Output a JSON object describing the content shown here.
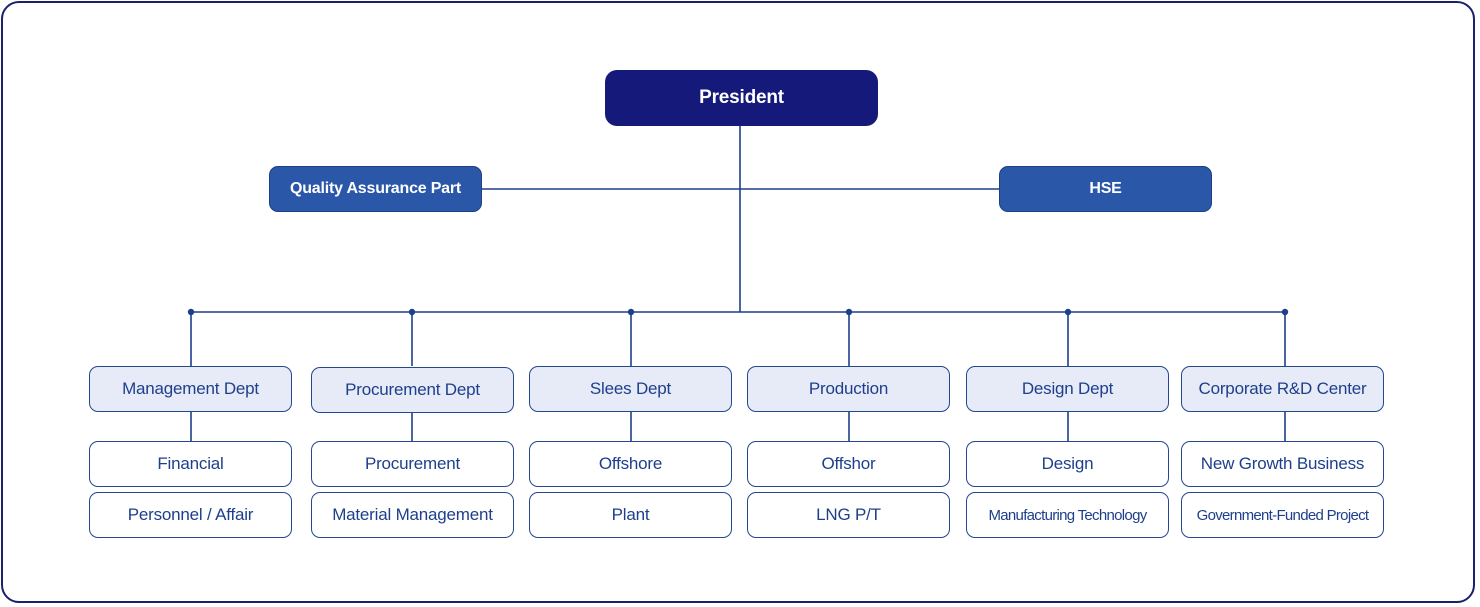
{
  "president": "President",
  "staff": {
    "left": "Quality Assurance Part",
    "right": "HSE"
  },
  "departments": [
    {
      "name": "Management Dept",
      "units": [
        "Financial",
        "Personnel / Affair"
      ]
    },
    {
      "name": "Procurement Dept",
      "units": [
        "Procurement",
        "Material Management"
      ]
    },
    {
      "name": "Slees Dept",
      "units": [
        "Offshore",
        "Plant"
      ]
    },
    {
      "name": "Production",
      "units": [
        "Offshor",
        "LNG P/T"
      ]
    },
    {
      "name": "Design Dept",
      "units": [
        "Design",
        "Manufacturing Technology"
      ]
    },
    {
      "name": "Corporate R&D Center",
      "units": [
        "New Growth Business",
        "Government-Funded Project"
      ]
    }
  ],
  "colors": {
    "president_bg": "#15197a",
    "staff_bg": "#2a57a8",
    "dept_bg": "#e6ebf7",
    "line": "#1e3f8c"
  }
}
